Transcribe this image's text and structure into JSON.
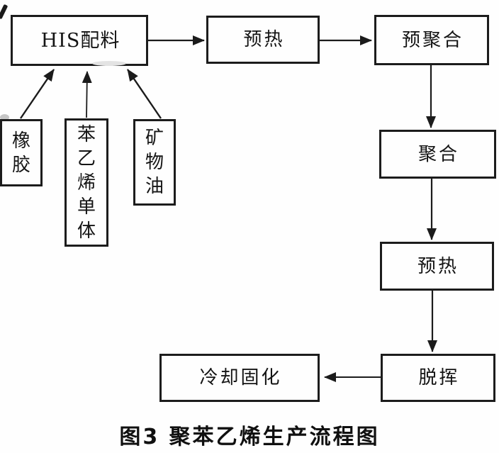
{
  "figure": {
    "figure_number": "图3",
    "title": "聚苯乙烯生产流程图",
    "caption": "图3 聚苯乙烯生产流程图"
  },
  "diagram": {
    "type": "flowchart",
    "nodes": {
      "his": {
        "label": "HIS配料"
      },
      "preheat1": {
        "label": "预热"
      },
      "prepoly": {
        "label": "预聚合"
      },
      "rubber": {
        "label": "橡胶"
      },
      "styrene": {
        "label": "苯乙烯单体"
      },
      "mineral_oil": {
        "label": "矿物油"
      },
      "poly": {
        "label": "聚合"
      },
      "preheat2": {
        "label": "预热"
      },
      "devol": {
        "label": "脱挥"
      },
      "cooling": {
        "label": "冷却固化"
      }
    },
    "edges": [
      {
        "from": "rubber",
        "to": "his"
      },
      {
        "from": "styrene",
        "to": "his"
      },
      {
        "from": "mineral_oil",
        "to": "his"
      },
      {
        "from": "his",
        "to": "preheat1"
      },
      {
        "from": "preheat1",
        "to": "prepoly"
      },
      {
        "from": "prepoly",
        "to": "poly"
      },
      {
        "from": "poly",
        "to": "preheat2"
      },
      {
        "from": "preheat2",
        "to": "devol"
      },
      {
        "from": "devol",
        "to": "cooling"
      }
    ],
    "colors": {
      "line": "#1b1b1b",
      "text": "#141414",
      "background": "#fefefe"
    }
  }
}
